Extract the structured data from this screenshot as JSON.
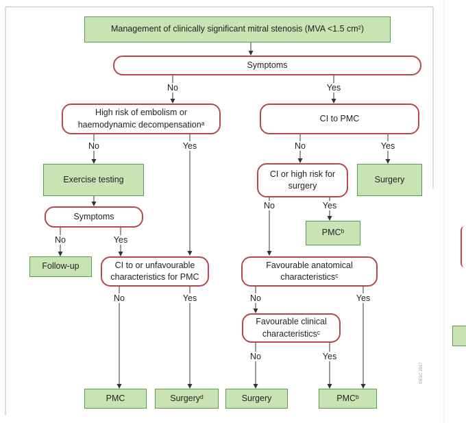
{
  "nodes": {
    "root": "Management of clinically significant mitral stenosis (MVA <1.5 cm²)",
    "symptoms_top": "Symptoms",
    "high_risk": "High risk of embolism or haemodynamic decompensationᵃ",
    "ci_pmc": "CI to PMC",
    "exercise": "Exercise testing",
    "ci_high_risk": "CI or high risk for surgery",
    "surgery_right": "Surgery",
    "symptoms_2": "Symptoms",
    "pmc_mid": "PMCᵇ",
    "follow_up": "Follow-up",
    "ci_unfav": "CI to or unfavourable characteristics for PMC",
    "fav_anat": "Favourable anatomical characteristicsᶜ",
    "fav_clin": "Favourable clinical characteristicsᶜ",
    "pmc_b1": "PMC",
    "surgery_b2": "Surgeryᵈ",
    "surgery_b3": "Surgery",
    "pmc_b4": "PMCᵇ"
  },
  "labels": {
    "no": "No",
    "yes": "Yes"
  },
  "copyright": "©ESC 2017",
  "colors": {
    "green_fill": "#c9e4b4",
    "green_border": "#5a9a4a",
    "red_border": "#b5474f"
  }
}
